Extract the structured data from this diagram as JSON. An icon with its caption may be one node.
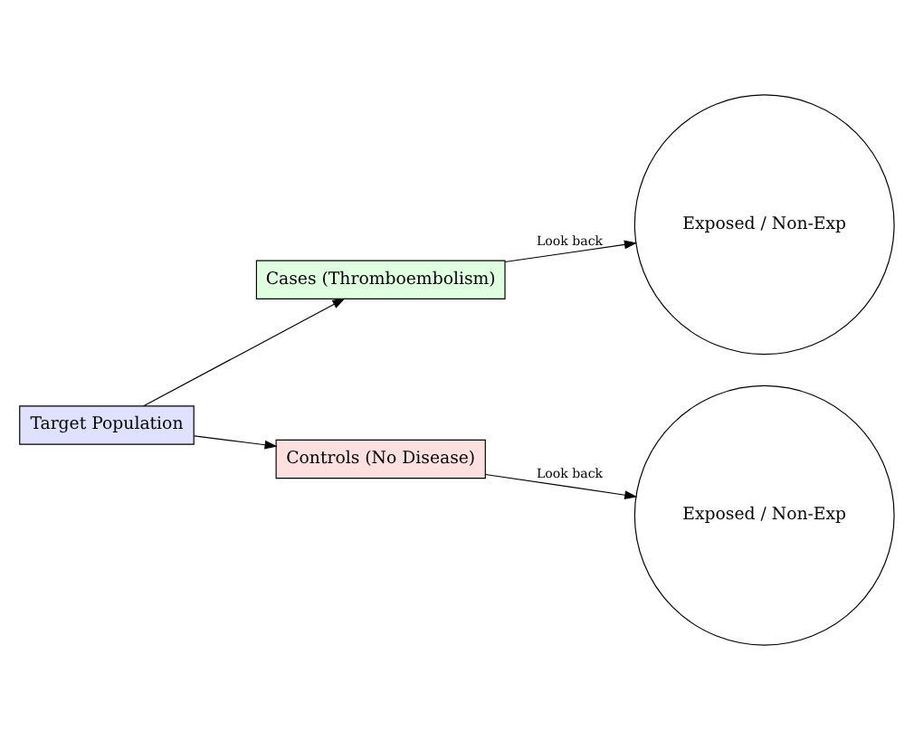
{
  "diagram": {
    "nodes": [
      {
        "text": [
          "Target Population"
        ]
      },
      {
        "text": [
          "Exposed / Non-Exp"
        ]
      },
      {
        "text": [
          "Cases (Thromboembolism)"
        ]
      },
      {
        "text": [
          "Controls (No Disease)"
        ]
      },
      {
        "text": [
          "Exposed / Non-Exp"
        ]
      }
    ],
    "edges": [
      {
        "from": 0,
        "to": 2,
        "arrow": "to"
      },
      {
        "from": 2,
        "to": 1,
        "arrow": "to",
        "label": "Look back"
      },
      {
        "from": 0,
        "to": 3,
        "arrow": "to"
      },
      {
        "from": 3,
        "to": 4,
        "arrow": "to",
        "label": "Look back"
      }
    ]
  }
}
